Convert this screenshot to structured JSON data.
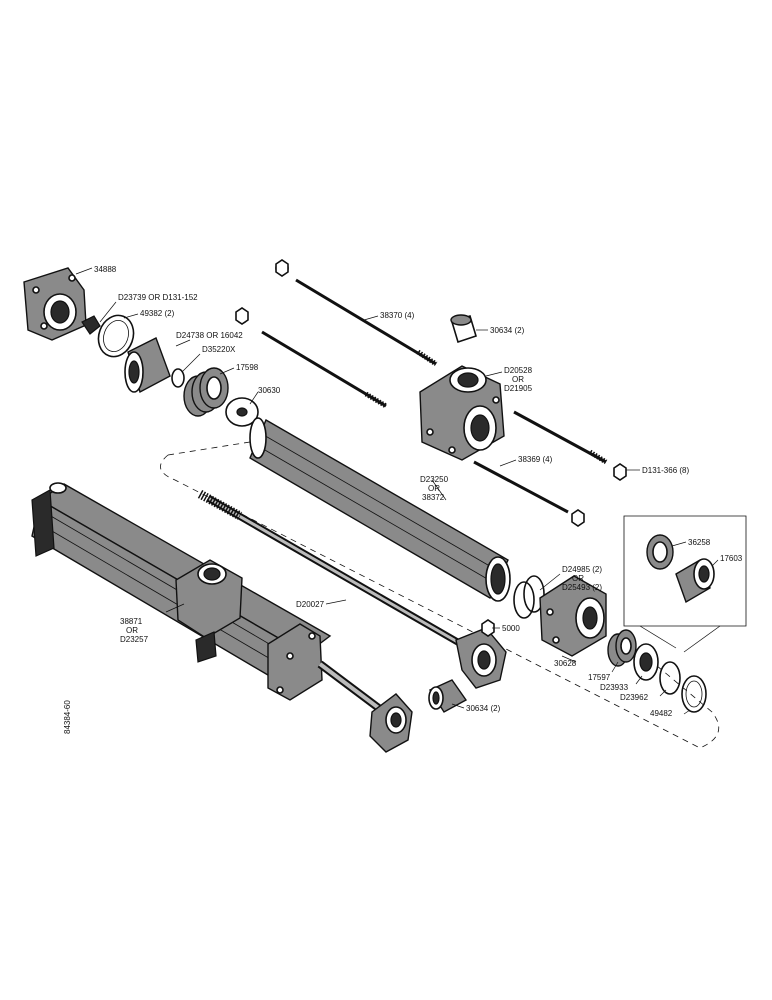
{
  "labels": {
    "p34888": "34888",
    "p023739": "D23739 OR D131-152",
    "p49382": "49382 (2)",
    "p024738": "D24738 OR 16042",
    "p035220": "D35220X",
    "p17598": "17598",
    "p30630": "30630",
    "p38370": "38370 (4)",
    "p30634a": "30634 (2)",
    "p020528": "D20528",
    "p020528_or": "OR",
    "p021905": "D21905",
    "p38369": "38369 (4)",
    "p0131366": "D131-366 (8)",
    "p023250": "D23250",
    "p023250_or": "OR",
    "p38372": "38372",
    "p36258": "36258",
    "p17603": "17603",
    "p024985": "D24985 (2)",
    "p024985_or": "OR",
    "p025493": "D25493 (2)",
    "p020027": "D20027",
    "p5000": "5000",
    "p38871": "38871",
    "p38871_or": "OR",
    "p023257": "D23257",
    "p30628": "30628",
    "p17597": "17597",
    "p023933": "D23933",
    "p023962": "D23962",
    "p49482": "49482",
    "p30634b": "30634 (2)",
    "side_code": "84384-60"
  }
}
